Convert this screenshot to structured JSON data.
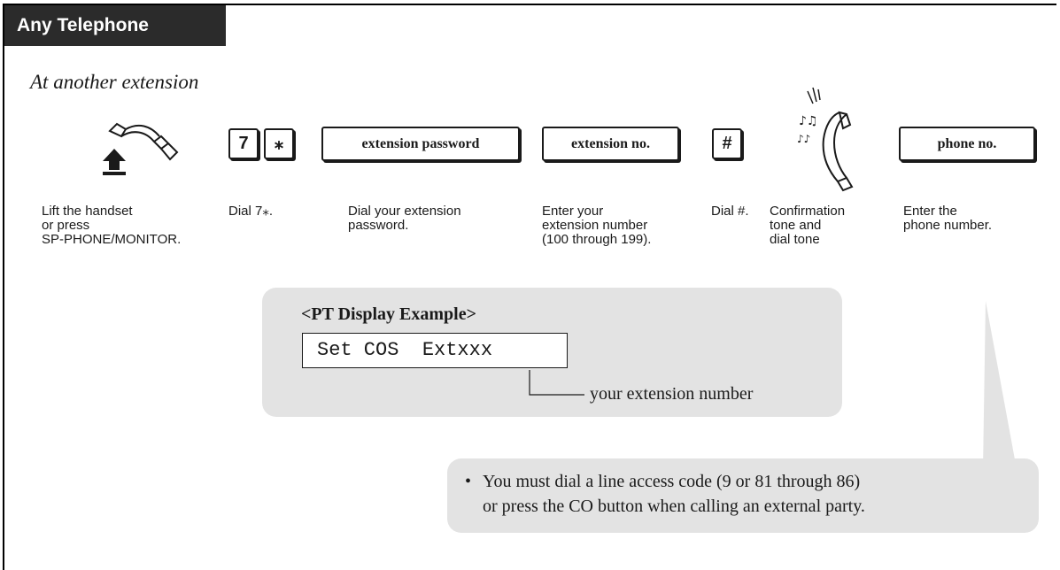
{
  "header": {
    "title": "Any Telephone"
  },
  "subtitle": "At another extension",
  "steps": [
    {
      "icon": "handset-lift-icon",
      "description": "Lift the handset\nor press\nSP-PHONE/MONITOR."
    },
    {
      "keys": [
        "7",
        "⁎"
      ],
      "description": "Dial 7⁎."
    },
    {
      "key": "extension password",
      "description": "Dial your extension\npassword."
    },
    {
      "key": "extension no.",
      "description": "Enter your\nextension number\n(100 through 199)."
    },
    {
      "key": "#",
      "description": "Dial #."
    },
    {
      "icon": "ringing-handset-icon",
      "description": "Confirmation\ntone and\ndial tone"
    },
    {
      "key": "phone no.",
      "description": "Enter the\nphone number."
    }
  ],
  "pt_display": {
    "title": "<PT Display Example>",
    "lcd_text": "Set COS  Extxxx",
    "annotation": "your extension number"
  },
  "note": {
    "bullet": "•",
    "text": "You must dial a line access code (9 or 81 through 86)\nor press the CO button when calling an external party."
  },
  "colors": {
    "header_bg": "#2b2b2b",
    "callout_bg": "#e3e3e3"
  }
}
